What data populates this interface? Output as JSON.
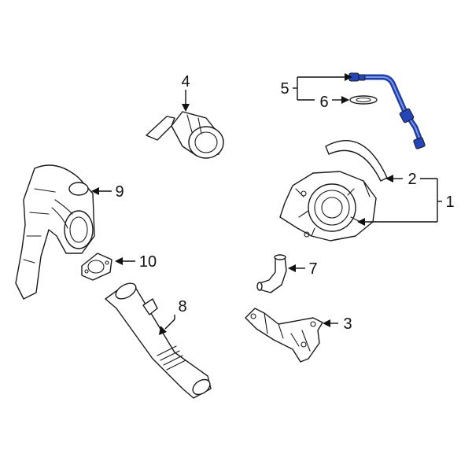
{
  "diagram": {
    "callouts": [
      {
        "id": "1",
        "label": "1"
      },
      {
        "id": "2",
        "label": "2"
      },
      {
        "id": "3",
        "label": "3"
      },
      {
        "id": "4",
        "label": "4"
      },
      {
        "id": "5",
        "label": "5"
      },
      {
        "id": "6",
        "label": "6"
      },
      {
        "id": "7",
        "label": "7"
      },
      {
        "id": "8",
        "label": "8"
      },
      {
        "id": "9",
        "label": "9"
      },
      {
        "id": "10",
        "label": "10"
      }
    ],
    "colors": {
      "line": "#1a1a1a",
      "highlight": "#2446b8",
      "background": "#ffffff"
    }
  }
}
